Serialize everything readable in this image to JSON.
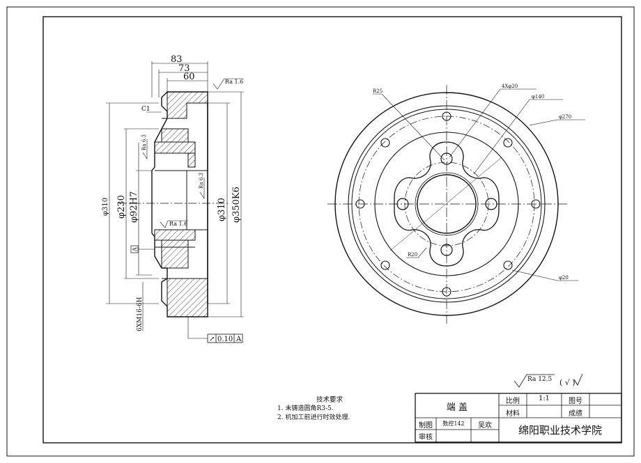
{
  "drawing": {
    "side_view_dims": {
      "w83": "83",
      "w73": "73",
      "w60": "60",
      "ra_top": "Ra 1.6",
      "chamfer": "C1",
      "ra_bore_top": "Ra 6.3",
      "ra_bore_right": "Ra 6.3",
      "ra_bore_mid": "Ra 1.6",
      "d310_left": "φ310",
      "d230": "φ230",
      "d92": "φ92H7",
      "d310_right": "φ310",
      "d350": "φ350K6",
      "thread": "6XM16-6H",
      "datum": "A",
      "runout_symbol": "↗",
      "runout_value": "0.10",
      "runout_datum": "A"
    },
    "front_view_dims": {
      "r25": "R25",
      "holes4": "4Xφ20",
      "d140": "φ140",
      "d270": "φ270",
      "r20": "R20",
      "d20": "φ20"
    },
    "general_roughness": "Ra 12.5",
    "general_roughness_paren": "( √ )"
  },
  "notes": {
    "title": "技术要求",
    "items": [
      "1. 未铸造圆角R3-5.",
      "2. 机加工前进行时效处理."
    ]
  },
  "title_block": {
    "part_name": "端 盖",
    "scale_label": "比例",
    "scale_value": "1:1",
    "drawing_no_label": "图号",
    "material_label": "材料",
    "grade_label": "成绩",
    "drawn_label": "制图",
    "drawn_class": "数控142",
    "drawn_name": "吴欢",
    "review_label": "审核",
    "school": "绵阳职业技术学院"
  }
}
